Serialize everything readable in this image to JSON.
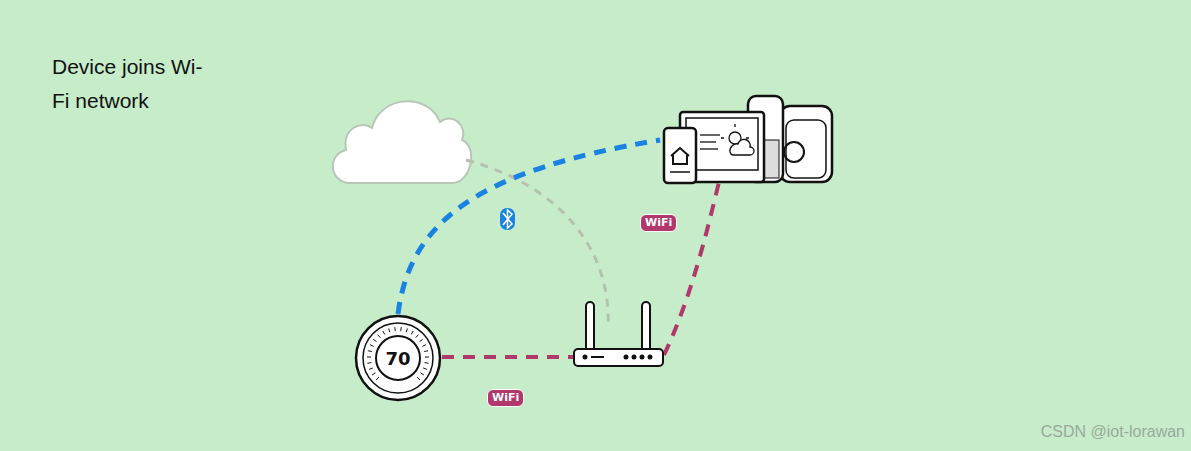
{
  "diagram": {
    "title": "Device joins Wi-Fi network",
    "nodes": [
      {
        "text": [
          "70"
        ]
      }
    ],
    "labels": [
      "WiFi",
      "WiFi",
      "CSDN @iot-lorawan"
    ]
  }
}
